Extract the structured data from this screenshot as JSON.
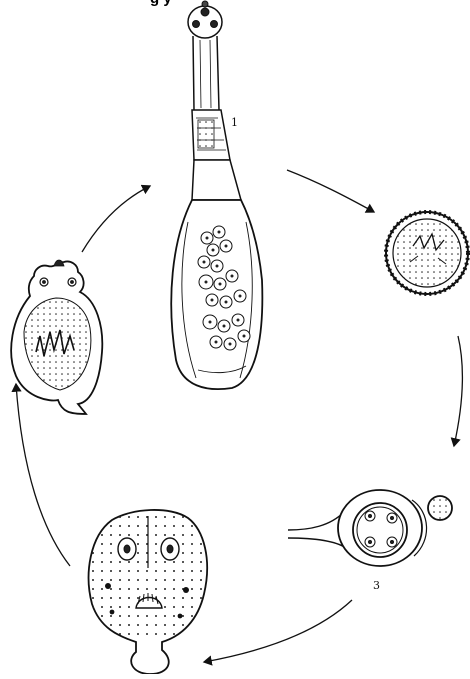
{
  "figure": {
    "top_text": "g   y",
    "stage_labels": [
      {
        "id": "adult-worm",
        "text": "1"
      },
      {
        "id": "larva",
        "text": "3"
      }
    ],
    "colors": {
      "ink": "#111111",
      "background": "#ffffff"
    }
  }
}
